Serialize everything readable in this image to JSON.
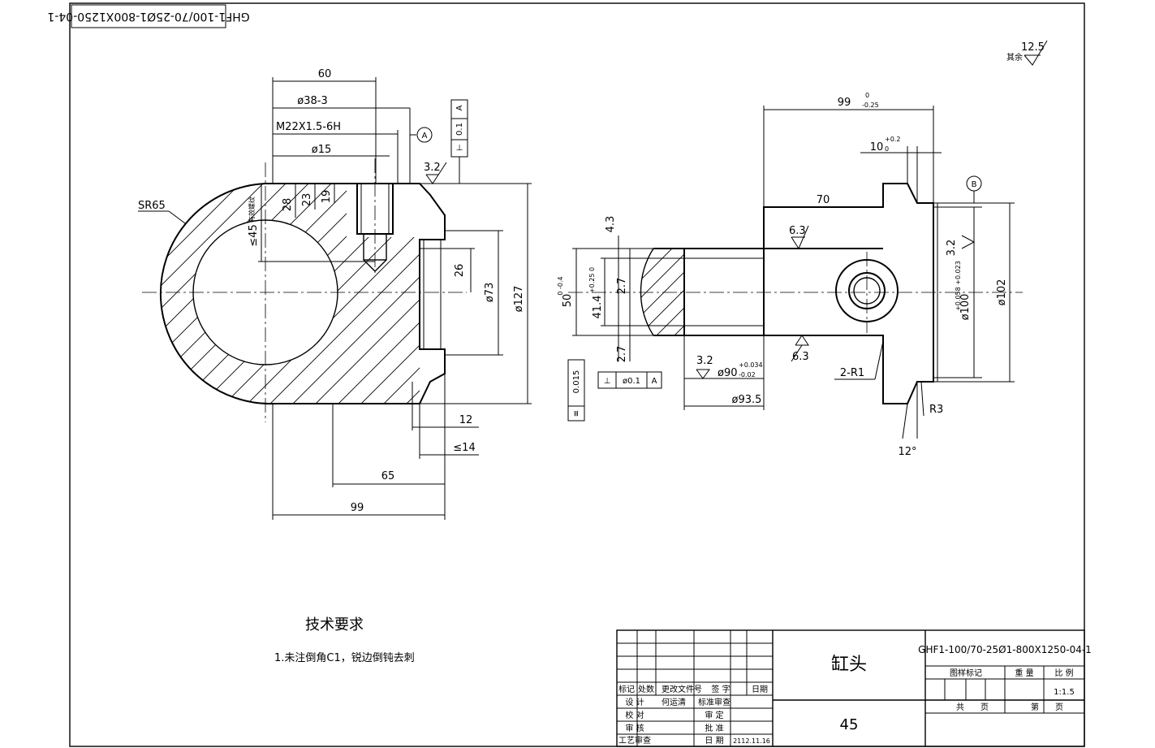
{
  "drawing_number_rotated": "GHF1-100/70-25Ø1-800X1250-04-1",
  "surface_finish_other": {
    "label": "其余",
    "value": "12.5"
  },
  "left_view": {
    "dim_60": "60",
    "dim_d38": "ø38-3",
    "thread": "M22X1.5-6H",
    "datum_a": "A",
    "dim_d15": "ø15",
    "tol_value": "0.1",
    "tol_datum": "A",
    "rough_32": "3.2",
    "sr65": "SR65",
    "dim_28": "28",
    "dim_23": "23",
    "dim_19": "19",
    "dim_le45": "≤45",
    "vert_note": "有效螺纹",
    "dim_26": "26",
    "dim_d73": "ø73",
    "dim_d127": "ø127",
    "dim_12": "12",
    "dim_le14": "≤14",
    "dim_65": "65",
    "dim_99": "99"
  },
  "right_view": {
    "dim_99": "99",
    "dim_99_tol_up": "0",
    "dim_99_tol_lo": "-0.25",
    "dim_10": "10",
    "dim_10_tol_up": "+0.2",
    "dim_10_tol_lo": "0",
    "dim_70": "70",
    "datum_b": "B",
    "rough_63a": "6.3",
    "rough_63b": "6.3",
    "rough_32v": "3.2",
    "dim_43": "4.3",
    "dim_50": "50",
    "dim_50_tol": "0 -0.4",
    "dim_414": "41.4",
    "dim_414_tol": "+0.25 0",
    "dim_27a": "2.7",
    "dim_27b": "2.7",
    "dim_d100": "ø100",
    "dim_d100_tol": "+0.058 +0.023",
    "dim_d102": "ø102",
    "flat_tol": "0.015",
    "perp_tol_value": "ø0.1",
    "perp_tol_datum": "A",
    "rough_32b": "3.2",
    "dim_d90": "ø90",
    "dim_d90_tol_up": "+0.034",
    "dim_d90_tol_lo": "-0.02",
    "dim_d935": "ø93.5",
    "dim_2r1": "2-R1",
    "dim_r3": "R3",
    "dim_12deg": "12°"
  },
  "tech_requirements": {
    "title": "技术要求",
    "item1": "1.未注倒角C1，锐边倒钝去刺"
  },
  "title_block": {
    "part_name": "缸头",
    "material": "45",
    "drawing_number": "GHF1-100/70-25Ø1-800X1250-04-1",
    "hdr_mark": "标记",
    "hdr_count": "处数",
    "hdr_change": "更改文件号",
    "hdr_sign": "签 字",
    "hdr_date": "日期",
    "row_design": "设 计",
    "designer": "何运清",
    "std_check": "标准审查",
    "row_proof": "校 对",
    "review": "审 定",
    "row_audit": "审 核",
    "approve": "批 准",
    "row_process": "工艺审查",
    "date_label": "日 期",
    "date": "2112.11.16",
    "pattern_mark": "图样标记",
    "weight": "重 量",
    "scale_label": "比 例",
    "scale": "1:1.5",
    "total_label": "共",
    "page_unit1": "页",
    "sheet_label": "第",
    "page_unit2": "页"
  }
}
